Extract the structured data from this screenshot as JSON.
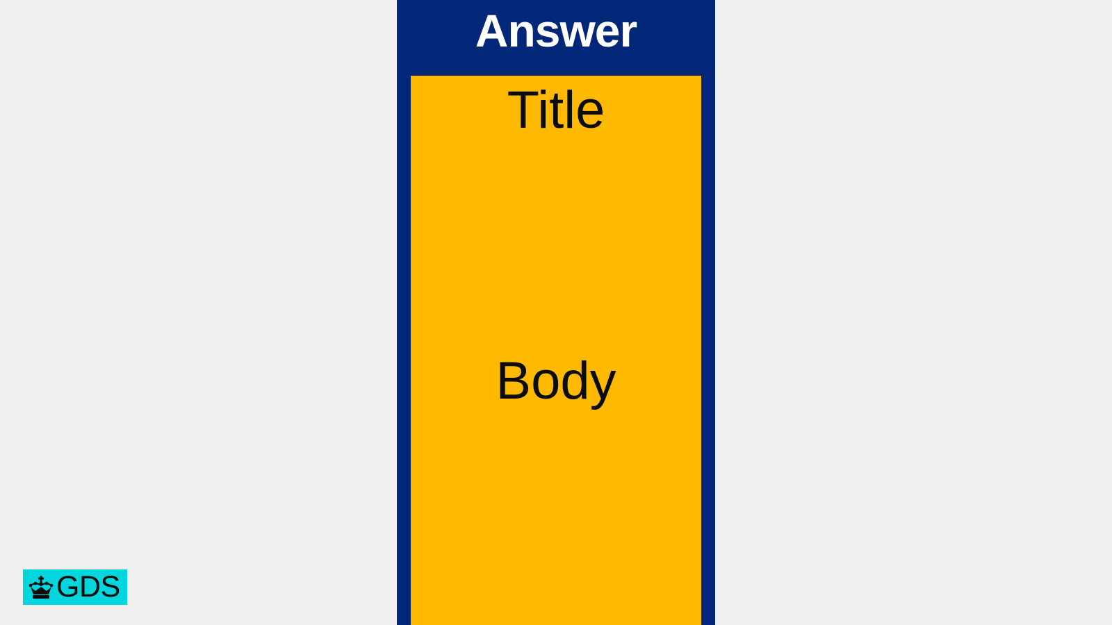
{
  "frame": {
    "title": "Answer",
    "color": "#032778"
  },
  "panel": {
    "title": "Title",
    "body": "Body",
    "color": "#ffb900"
  },
  "logo": {
    "text": "GDS",
    "icon": "crown-icon",
    "background": "#00d6dc"
  },
  "background": "#f0f0f0"
}
